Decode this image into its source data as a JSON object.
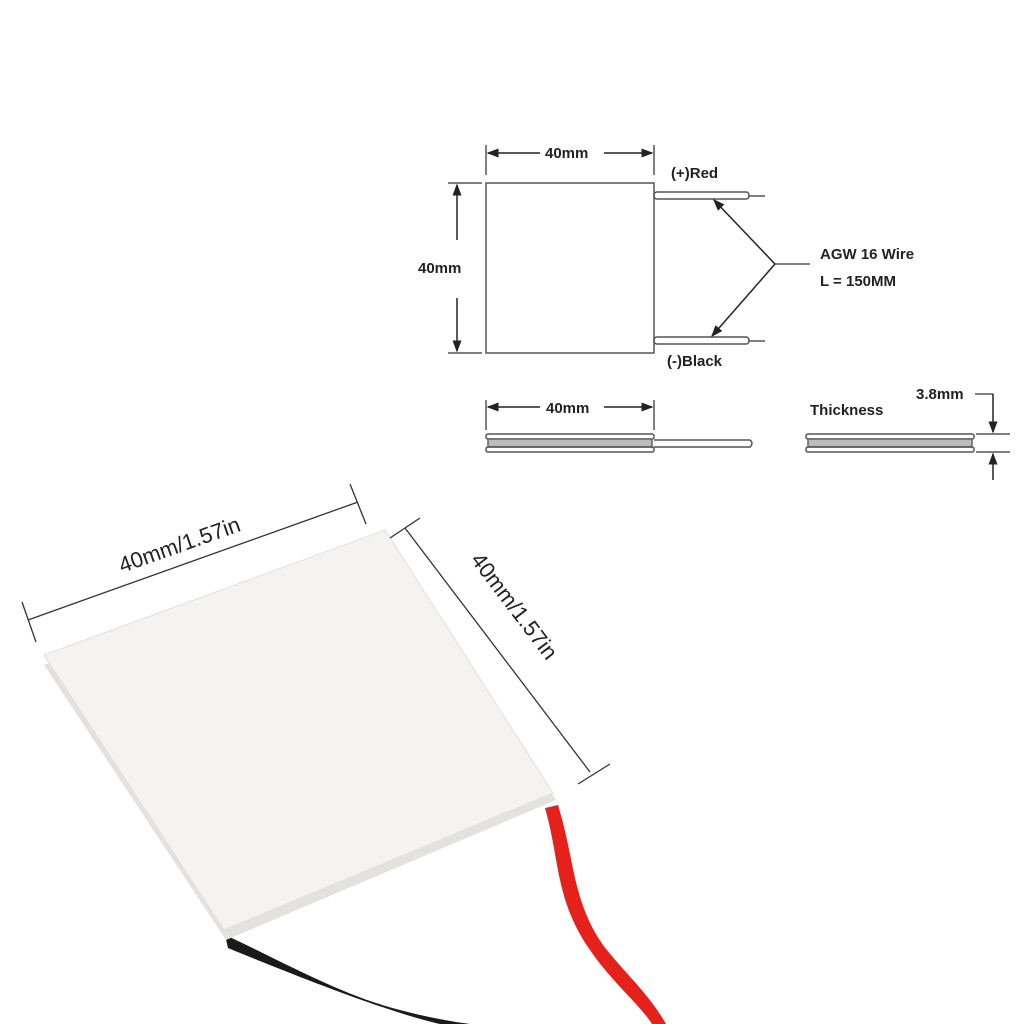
{
  "diagram": {
    "top_width": "40mm",
    "left_height": "40mm",
    "positive_wire": "(+)Red",
    "negative_wire": "(-)Black",
    "wire_spec_line1": "AGW 16 Wire",
    "wire_spec_line2": "L = 150MM",
    "side_width": "40mm",
    "thickness_label": "Thickness",
    "thickness_value": "3.8mm"
  },
  "photo": {
    "width_label": "40mm/1.57in",
    "height_label": "40mm/1.57in",
    "colors": {
      "plate": "#f3f2ef",
      "red_wire": "#e4221b",
      "black_wire": "#1a1a1a"
    }
  }
}
